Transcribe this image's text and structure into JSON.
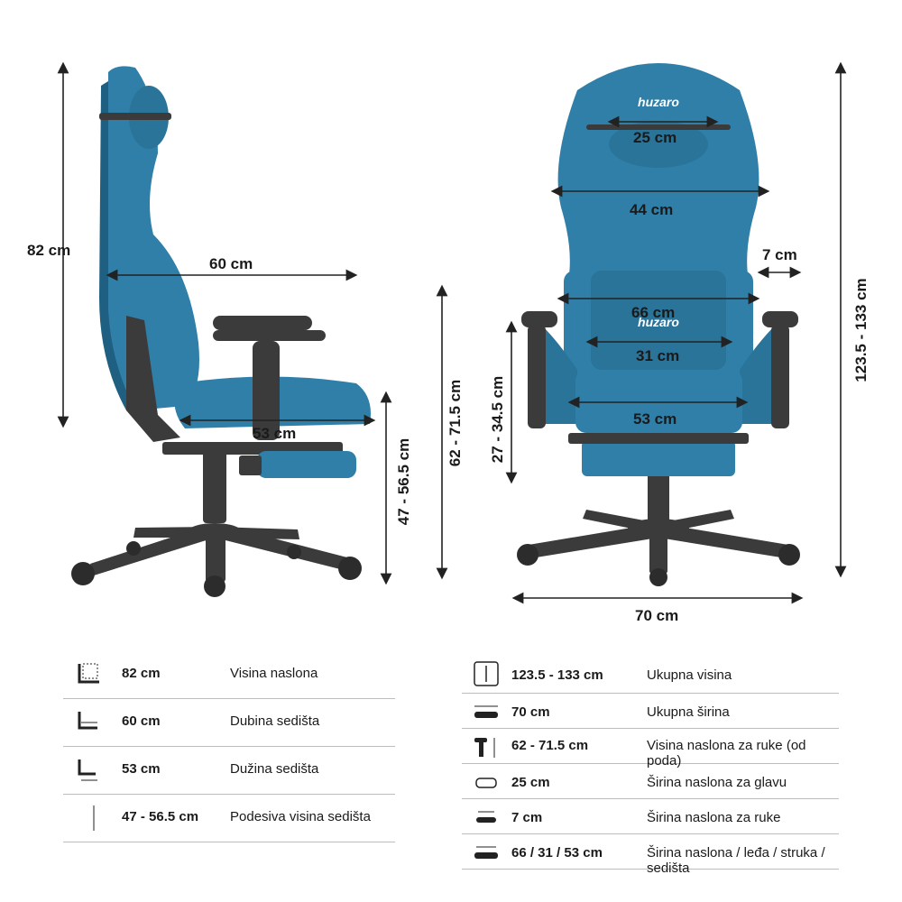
{
  "side_dims": {
    "backrest_height": "82 cm",
    "seat_depth": "60 cm",
    "seat_length": "53 cm",
    "seat_height": "47 - 56.5 cm"
  },
  "front_dims": {
    "armrest_height": "62 - 71.5 cm",
    "lumbar_height": "27 - 34.5 cm",
    "headrest_width": "25 cm",
    "back_width": "44 cm",
    "armrest_width": "7 cm",
    "total_width_top": "66 cm",
    "waist_width": "31 cm",
    "seat_width": "53 cm",
    "total_height": "123.5 - 133 cm",
    "total_width": "70 cm"
  },
  "brand": "huzaro",
  "colors": {
    "fabric": "#2f7fa8",
    "fabric_dark": "#1f5f82",
    "plastic": "#3b3b3b",
    "line": "#222222"
  },
  "specs_left": [
    {
      "icon": "backrest-height-icon",
      "value": "82 cm",
      "label": "Visina naslona"
    },
    {
      "icon": "seat-depth-icon",
      "value": "60 cm",
      "label": "Dubina sedišta"
    },
    {
      "icon": "seat-length-icon",
      "value": "53 cm",
      "label": "Dužina sedišta"
    },
    {
      "icon": "seat-height-icon",
      "value": "47 - 56.5 cm",
      "label": "Podesiva visina sedišta"
    }
  ],
  "specs_right": [
    {
      "icon": "total-height-icon",
      "value": "123.5 - 133 cm",
      "label": "Ukupna visina"
    },
    {
      "icon": "total-width-icon",
      "value": "70 cm",
      "label": "Ukupna širina"
    },
    {
      "icon": "armrest-height-icon",
      "value": "62 - 71.5 cm",
      "label": "Visina naslona za ruke (od poda)"
    },
    {
      "icon": "headrest-width-icon",
      "value": "25 cm",
      "label": "Širina naslona za glavu"
    },
    {
      "icon": "armrest-width-icon",
      "value": "7 cm",
      "label": "Širina naslona za ruke"
    },
    {
      "icon": "widths-icon",
      "value": "66 / 31 / 53 cm",
      "label": "Širina naslona / leđa / struka / sedišta"
    }
  ]
}
